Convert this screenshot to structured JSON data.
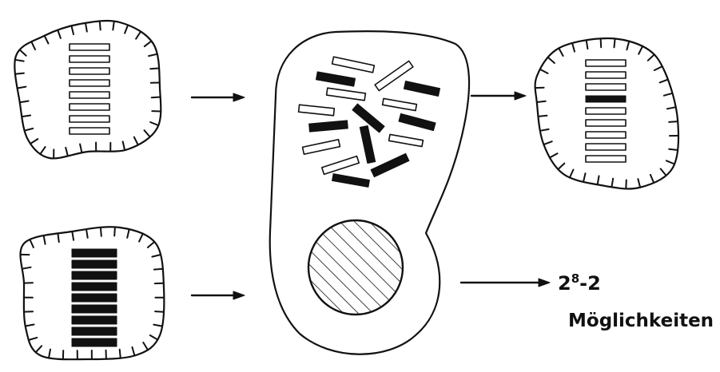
{
  "formula": {
    "base": "2",
    "exponent": "8",
    "rest": "-2"
  },
  "caption": "Möglichkeiten",
  "colors": {
    "ink": "#111111",
    "paper": "#ffffff"
  }
}
